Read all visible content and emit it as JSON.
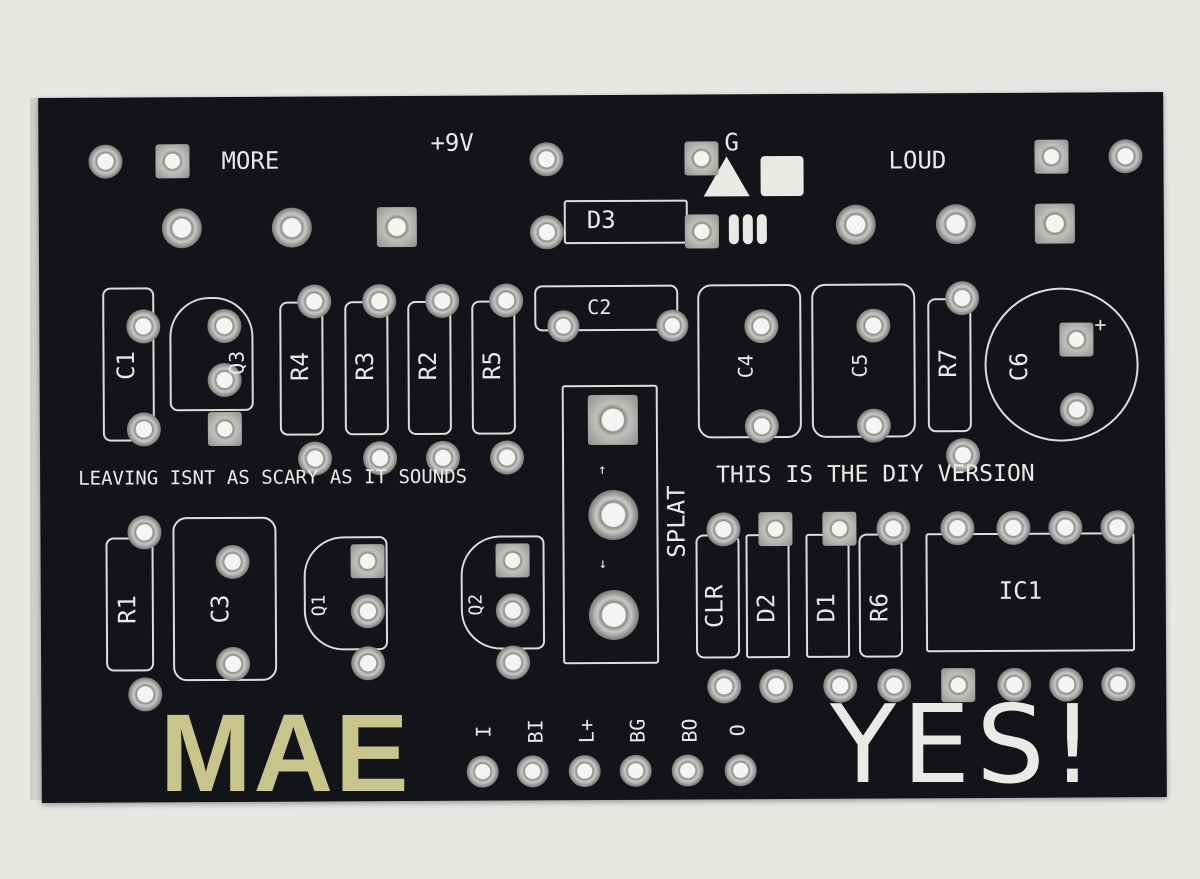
{
  "board": {
    "top_labels": {
      "more": "MORE",
      "plus9v": "+9V",
      "ground": "G",
      "loud": "LOUD"
    },
    "components": {
      "C1": "C1",
      "Q3": "Q3",
      "R4": "R4",
      "R3": "R3",
      "R2": "R2",
      "R5": "R5",
      "D3": "D3",
      "C2": "C2",
      "C4": "C4",
      "C5": "C5",
      "R7": "R7",
      "C6": "C6",
      "C6_polarity": "+",
      "R1": "R1",
      "C3": "C3",
      "Q1": "Q1",
      "Q2": "Q2",
      "CLR": "CLR",
      "D2": "D2",
      "D1": "D1",
      "R6": "R6",
      "IC1": "IC1",
      "SPLAT": "SPLAT"
    },
    "silkscreen_left": "LEAVING ISNT AS SCARY AS IT SOUNDS",
    "silkscreen_right": "THIS IS THE DIY VERSION",
    "arrows": {
      "up": "↑",
      "down": "↓"
    },
    "io_pins": [
      "I",
      "BI",
      "L+",
      "BG",
      "BO",
      "O"
    ],
    "logo": "MAE",
    "yes": "YES!",
    "colors": {
      "board": "#131419",
      "silkscreen": "#e9e9e6",
      "logo": "#c9c58a",
      "pad": "#c9c9c6"
    }
  }
}
